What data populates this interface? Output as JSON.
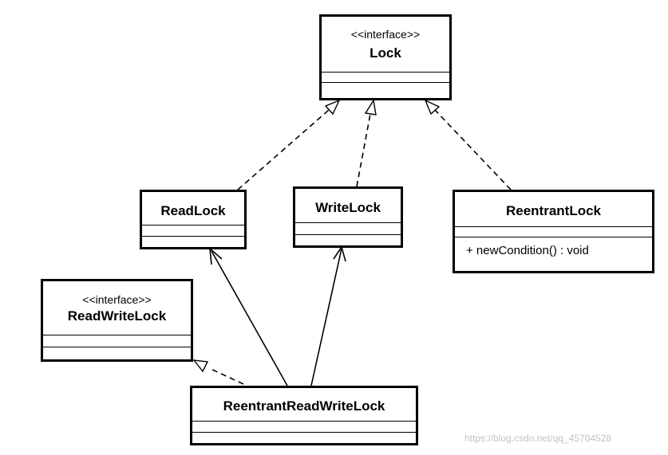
{
  "classes": {
    "lock": {
      "stereotype": "<<interface>>",
      "name": "Lock"
    },
    "read_lock": {
      "name": "ReadLock"
    },
    "write_lock": {
      "name": "WriteLock"
    },
    "reentrant_lock": {
      "name": "ReentrantLock",
      "operations": [
        "+ newCondition() : void"
      ]
    },
    "read_write_lock": {
      "stereotype": "<<interface>>",
      "name": "ReadWriteLock"
    },
    "reentrant_read_write_lock": {
      "name": "ReentrantReadWriteLock"
    }
  },
  "relations": [
    {
      "from": "read_lock",
      "to": "lock",
      "kind": "realization"
    },
    {
      "from": "write_lock",
      "to": "lock",
      "kind": "realization"
    },
    {
      "from": "reentrant_lock",
      "to": "lock",
      "kind": "realization"
    },
    {
      "from": "reentrant_read_write_lock",
      "to": "read_lock",
      "kind": "association"
    },
    {
      "from": "reentrant_read_write_lock",
      "to": "write_lock",
      "kind": "association"
    },
    {
      "from": "reentrant_read_write_lock",
      "to": "read_write_lock",
      "kind": "realization"
    }
  ],
  "watermark": "https://blog.csdn.net/qq_45704528"
}
